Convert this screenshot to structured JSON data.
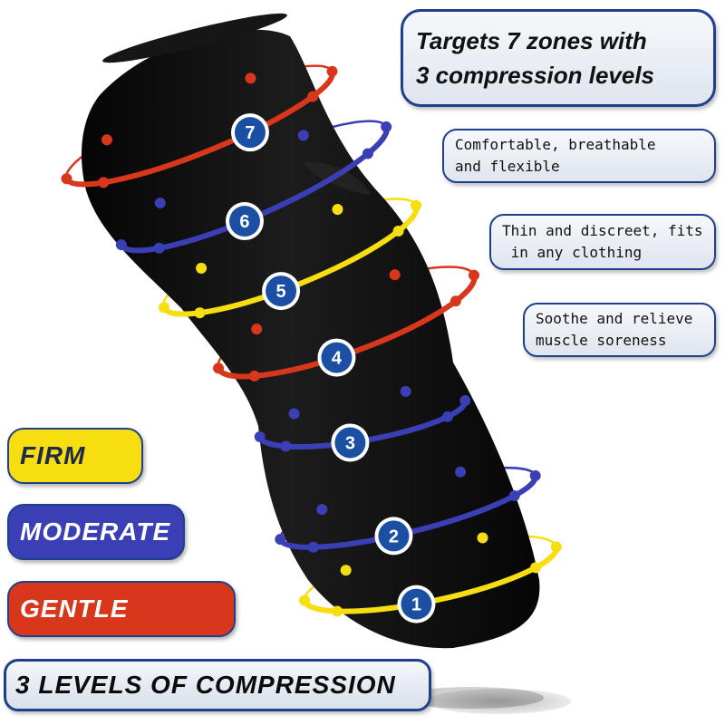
{
  "headline": {
    "line1": "Targets 7 zones with",
    "line2": "3 compression levels"
  },
  "features": [
    {
      "line1": "Comfortable, breathable",
      "line2": "and flexible"
    },
    {
      "line1": "Thin and discreet, fits",
      "line2": " in any clothing"
    },
    {
      "line1": "Soothe and relieve",
      "line2": "muscle soreness"
    }
  ],
  "levels": {
    "firm": {
      "label": "FIRM",
      "color": "#f7de10"
    },
    "moderate": {
      "label": "MODERATE",
      "color": "#3b3fb5"
    },
    "gentle": {
      "label": "GENTLE",
      "color": "#d8371c"
    }
  },
  "footer": {
    "label": "3 LEVELS OF COMPRESSION"
  },
  "zones": [
    {
      "number": "7",
      "level": "gentle"
    },
    {
      "number": "6",
      "level": "moderate"
    },
    {
      "number": "5",
      "level": "firm"
    },
    {
      "number": "4",
      "level": "gentle"
    },
    {
      "number": "3",
      "level": "moderate"
    },
    {
      "number": "2",
      "level": "moderate"
    },
    {
      "number": "1",
      "level": "firm"
    }
  ]
}
